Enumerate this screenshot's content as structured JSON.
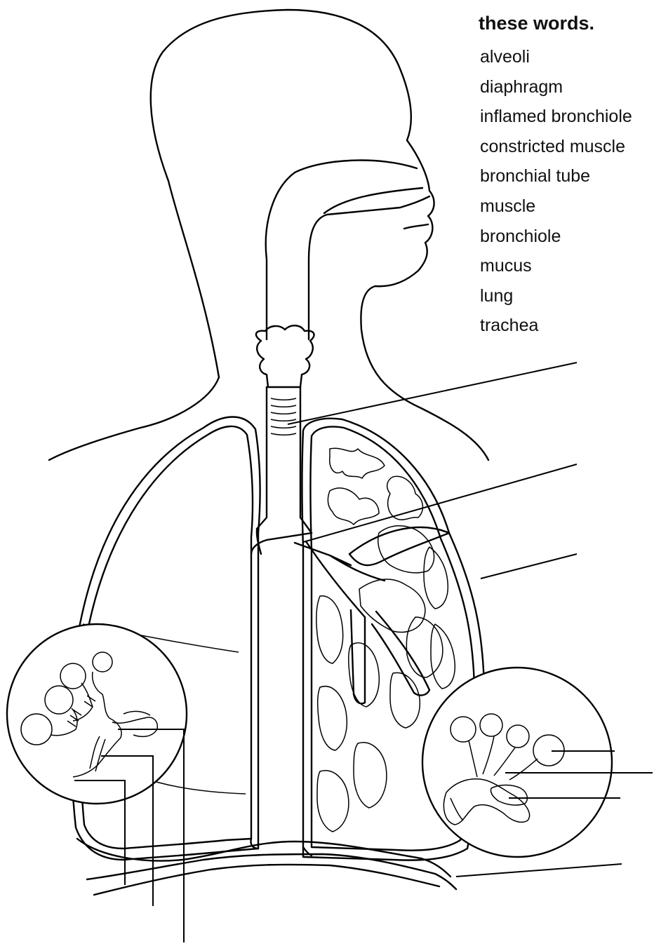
{
  "heading": "these words.",
  "words": [
    "alveoli",
    "diaphragm",
    "inflamed bronchiole",
    "constricted muscle",
    "bronchial tube",
    "muscle",
    "bronchiole",
    "mucus",
    "lung",
    "trachea"
  ]
}
